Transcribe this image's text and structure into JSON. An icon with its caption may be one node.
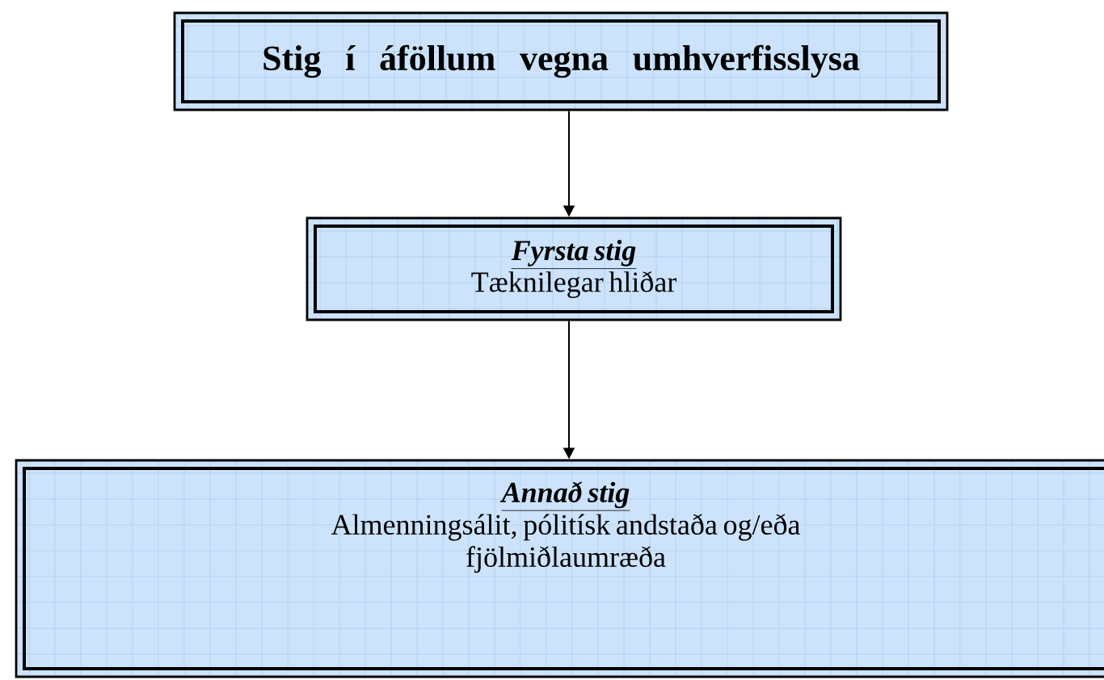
{
  "diagram": {
    "nodes": [
      {
        "text": [
          "Stig í áföllum vegna umhverfisslysa"
        ]
      },
      {
        "text": [
          "Fyrsta stig",
          "Tæknilegar hliðar"
        ]
      },
      {
        "text": [
          "Annað stig",
          "Almenningsálit, pólitísk andstaða og/eða fjölmiðlaumræða"
        ]
      }
    ],
    "edges": [
      {
        "from": 0,
        "to": 1,
        "arrow": "to"
      },
      {
        "from": 1,
        "to": 2,
        "arrow": "to"
      }
    ]
  }
}
